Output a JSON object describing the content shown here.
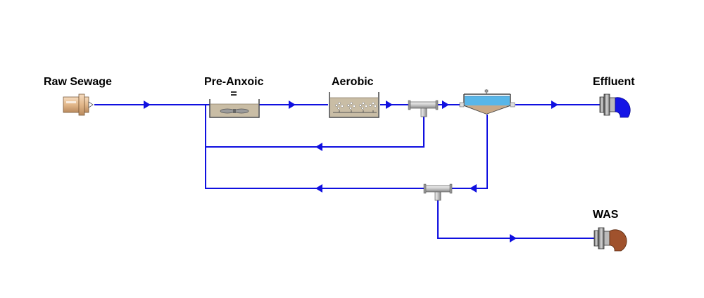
{
  "labels": {
    "raw_sewage": "Raw Sewage",
    "pre_anoxic": "Pre-Anxoic",
    "aerobic": "Aerobic",
    "effluent": "Effluent",
    "was": "WAS"
  },
  "colors": {
    "pipe": "#1010e0",
    "influent_fitting": "#e8c39c",
    "tank_fill": "#c9bda5",
    "clarifier_water": "#58b6e8",
    "clarifier_sludge": "#c8a988",
    "effluent_outlet": "#1414e6",
    "was_outlet": "#a0522d",
    "splitter": "#c8c8c8"
  },
  "icons": {
    "influent": "influent-pipe-icon",
    "pre_anoxic": "mixer-tank-icon",
    "aerobic": "aeration-tank-icon",
    "splitter": "pipe-tee-icon",
    "clarifier": "clarifier-icon",
    "effluent": "effluent-outlet-icon",
    "was": "was-outlet-icon"
  }
}
